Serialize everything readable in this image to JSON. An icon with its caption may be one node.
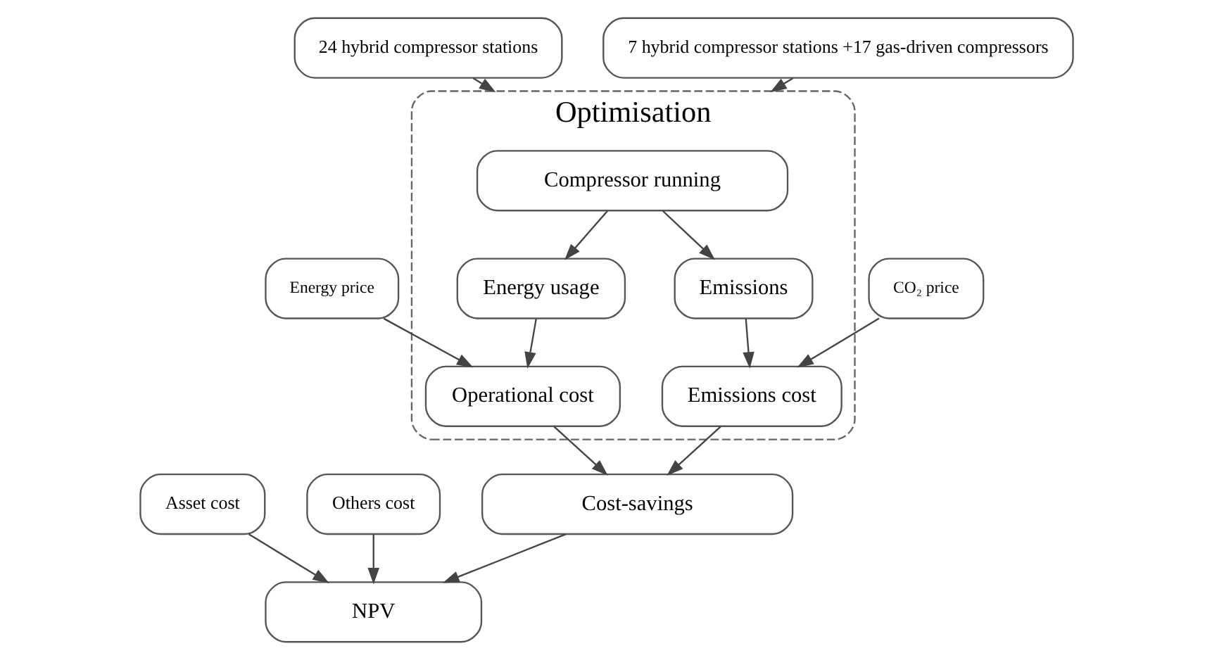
{
  "diagram": {
    "nodes": [
      {
        "text": [
          "Optimisation"
        ]
      },
      {
        "text": [
          "Compressor running"
        ],
        "in": 0
      },
      {
        "text": [
          "Energy usage"
        ],
        "in": 0
      },
      {
        "text": [
          "Emissions"
        ],
        "in": 0
      },
      {
        "text": [
          "Operational cost"
        ],
        "in": 0
      },
      {
        "text": [
          "Emissions cost"
        ],
        "in": 0
      },
      {
        "text": [
          "24 hybrid compressor stations"
        ]
      },
      {
        "text": [
          "7 hybrid compressor stations +17 gas-driven compressors"
        ]
      },
      {
        "text": [
          "Energy price"
        ]
      },
      {
        "text": [
          "CO₂ price"
        ]
      },
      {
        "text": [
          "Cost-savings"
        ]
      },
      {
        "text": [
          "Asset cost"
        ]
      },
      {
        "text": [
          "Others cost"
        ]
      },
      {
        "text": [
          "NPV"
        ]
      }
    ],
    "edges": [
      {
        "from": 6,
        "to": 0,
        "arrow": "to"
      },
      {
        "from": 7,
        "to": 0,
        "arrow": "to"
      },
      {
        "from": 8,
        "to": 4,
        "arrow": "to"
      },
      {
        "from": 9,
        "to": 5,
        "arrow": "to"
      },
      {
        "from": 1,
        "to": 2,
        "arrow": "to"
      },
      {
        "from": 1,
        "to": 3,
        "arrow": "to"
      },
      {
        "from": 2,
        "to": 4,
        "arrow": "to"
      },
      {
        "from": 3,
        "to": 5,
        "arrow": "to"
      },
      {
        "from": 4,
        "to": 10,
        "arrow": "to"
      },
      {
        "from": 5,
        "to": 10,
        "arrow": "to"
      },
      {
        "from": 10,
        "to": 13,
        "arrow": "to"
      },
      {
        "from": 11,
        "to": 13,
        "arrow": "to"
      },
      {
        "from": 12,
        "to": 13,
        "arrow": "to"
      }
    ]
  }
}
